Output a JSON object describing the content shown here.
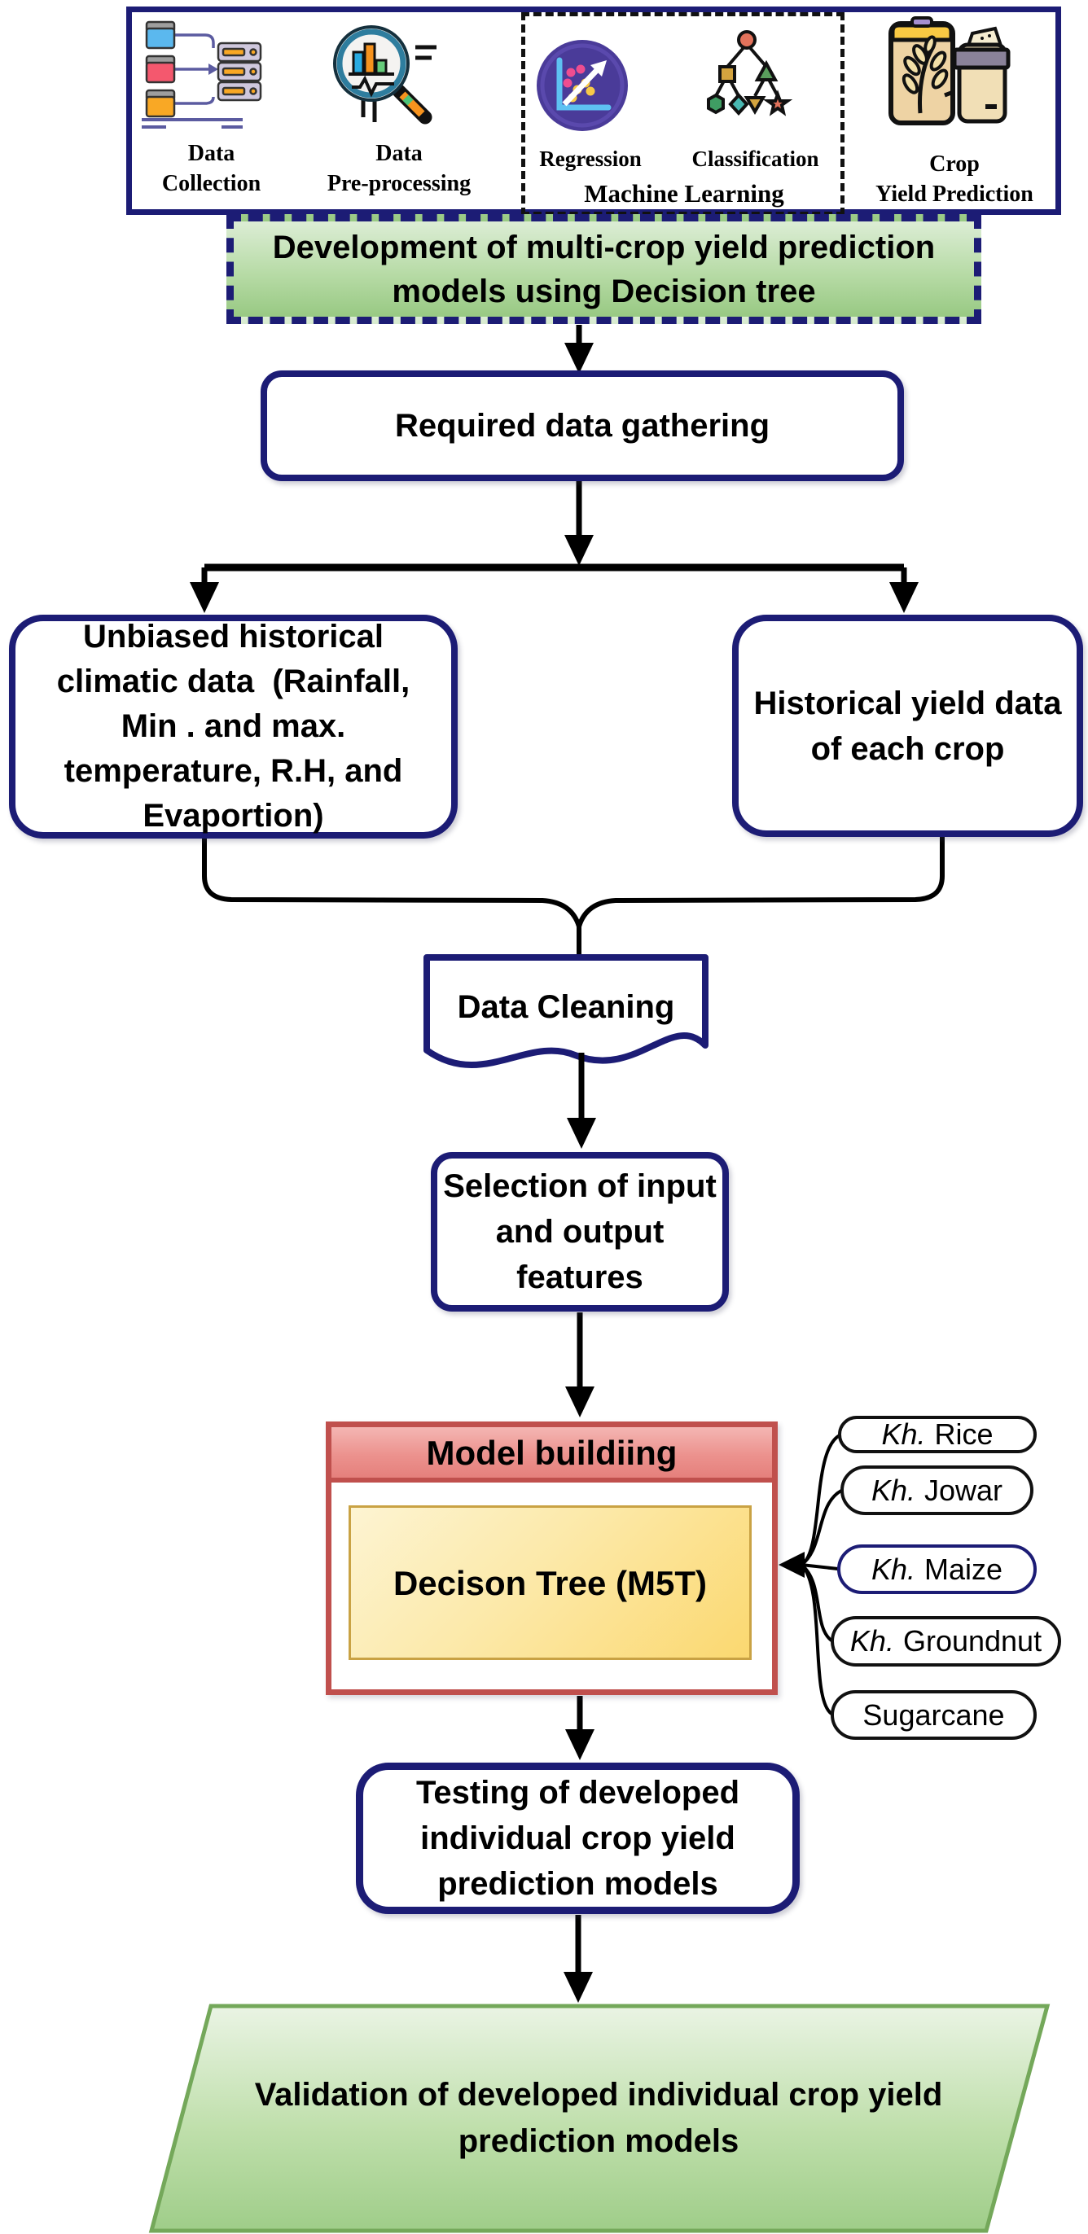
{
  "banner": {
    "data_collection": "Data\nCollection",
    "data_preprocessing": "Data\nPre-processing",
    "regression": "Regression",
    "classification": "Classification",
    "machine_learning": "Machine Learning",
    "crop_yield": "Crop\nYield Prediction"
  },
  "dev_box": "Development of multi-crop yield prediction\nmodels using Decision tree",
  "required_box": "Required data gathering",
  "climatic_box": "Unbiased historical\nclimatic data  (Rainfall,\nMin . and max.\ntemperature, R.H, and\nEvaportion)",
  "yield_box": "Historical yield data\nof each crop",
  "data_cleaning": "Data Cleaning",
  "selection_box": "Selection of input\nand output\nfeatures",
  "model_box": {
    "header": "Model buildiing",
    "inner": "Decison Tree (M5T)"
  },
  "crops": [
    {
      "prefix": "Kh.",
      "name": "Rice"
    },
    {
      "prefix": "Kh.",
      "name": "Jowar"
    },
    {
      "prefix": "Kh.",
      "name": "Maize"
    },
    {
      "prefix": "Kh.",
      "name": "Groundnut"
    },
    {
      "prefix": "",
      "name": "Sugarcane"
    }
  ],
  "testing_box": "Testing of developed\nindividual crop yield\nprediction models",
  "validation_box": "Validation of developed individual crop yield\nprediction models",
  "colors": {
    "navy": "#1c1c75",
    "model_border_red": "#c0504d",
    "yellow_border": "#c9a244",
    "green_border": "#74a85a"
  }
}
